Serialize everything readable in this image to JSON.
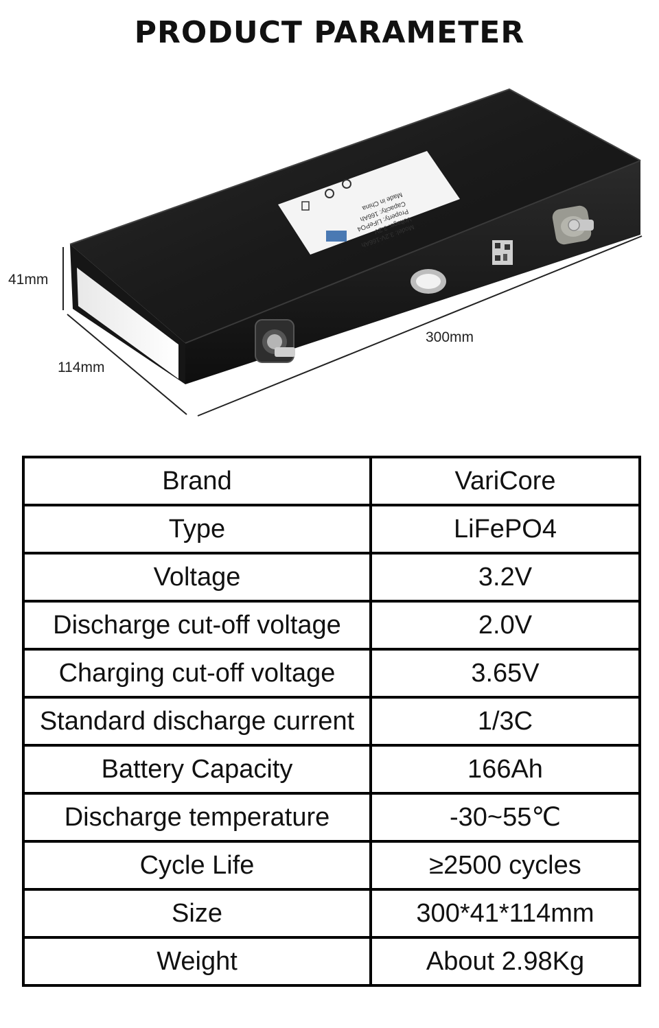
{
  "header": {
    "title": "PRODUCT PARAMETER"
  },
  "figure": {
    "dimension_height": "41mm",
    "dimension_width": "114mm",
    "dimension_length": "300mm",
    "label_lines": [
      "Model: 3.2V-166Ah",
      "Voltage: 3.2V",
      "Property: LiFePO4",
      "Capacity: 166Ah",
      "Made in China"
    ]
  },
  "specs": {
    "rows": [
      {
        "param": "Brand",
        "value": "VariCore"
      },
      {
        "param": "Type",
        "value": "LiFePO4"
      },
      {
        "param": "Voltage",
        "value": "3.2V"
      },
      {
        "param": "Discharge cut-off voltage",
        "value": "2.0V"
      },
      {
        "param": "Charging cut-off voltage",
        "value": "3.65V"
      },
      {
        "param": "Standard discharge current",
        "value": "1/3C"
      },
      {
        "param": "Battery Capacity",
        "value": "166Ah"
      },
      {
        "param": "Discharge temperature",
        "value": "-30~55℃"
      },
      {
        "param": "Cycle Life",
        "value": "≥2500 cycles"
      },
      {
        "param": "Size",
        "value": "300*41*114mm"
      },
      {
        "param": "Weight",
        "value": "About 2.98Kg"
      }
    ]
  }
}
